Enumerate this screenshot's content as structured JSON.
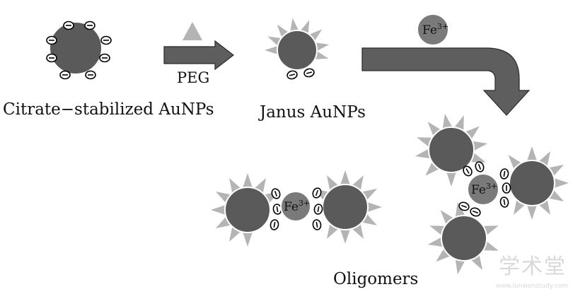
{
  "labels": {
    "citrate": "Citrate−stabilized AuNPs",
    "peg": "PEG",
    "janus": "Janus AuNPs",
    "oligomers": "Oligomers",
    "fe_base": "Fe",
    "fe_charge": "3+"
  },
  "watermark": {
    "text": "学术堂",
    "url": "www.lunwenstudy.com"
  },
  "colors": {
    "particle": "#5a5a5a",
    "particle_stroke": "#ffffff",
    "ray": "#b4b4b4",
    "arrow": "#5e5e5e",
    "ion": "#7a7a7a",
    "charge_stroke": "#000000"
  }
}
